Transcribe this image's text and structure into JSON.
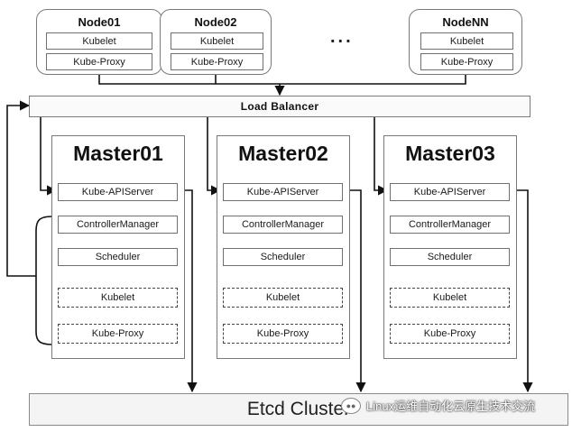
{
  "nodes": [
    {
      "title": "Node01",
      "components": [
        "Kubelet",
        "Kube-Proxy"
      ]
    },
    {
      "title": "Node02",
      "components": [
        "Kubelet",
        "Kube-Proxy"
      ]
    },
    {
      "title": "NodeNN",
      "components": [
        "Kubelet",
        "Kube-Proxy"
      ]
    }
  ],
  "ellipsis": "...",
  "load_balancer": "Load Balancer",
  "masters": [
    {
      "title": "Master01",
      "components": [
        "Kube-APIServer",
        "ControllerManager",
        "Scheduler",
        "Kubelet",
        "Kube-Proxy"
      ]
    },
    {
      "title": "Master02",
      "components": [
        "Kube-APIServer",
        "ControllerManager",
        "Scheduler",
        "Kubelet",
        "Kube-Proxy"
      ]
    },
    {
      "title": "Master03",
      "components": [
        "Kube-APIServer",
        "ControllerManager",
        "Scheduler",
        "Kubelet",
        "Kube-Proxy"
      ]
    }
  ],
  "etcd": "Etcd Cluster",
  "watermark": "Linux运维自动化云原生技术交流",
  "colors": {
    "border": "#7a7a7a",
    "line": "#111111",
    "etcd_bg": "#f4f4f4"
  }
}
